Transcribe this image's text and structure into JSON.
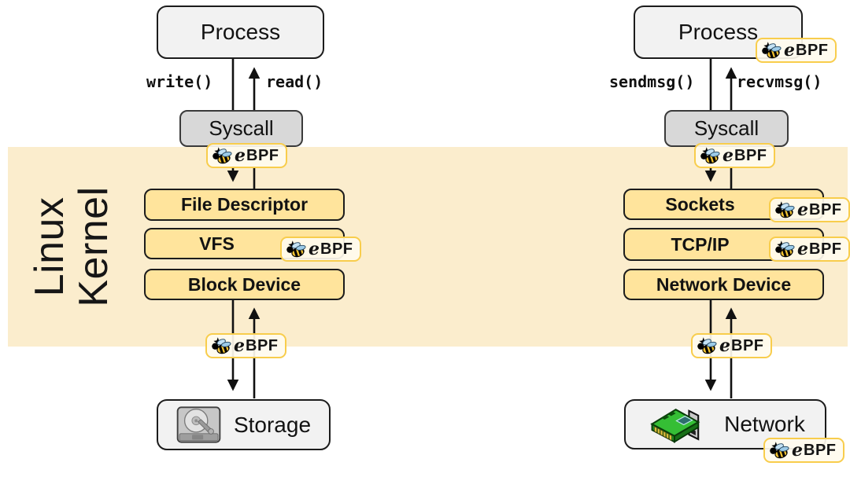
{
  "ebpf": {
    "e": "e",
    "bpf": "BPF"
  },
  "kernel": {
    "line1": "Linux",
    "line2": "Kernel"
  },
  "left": {
    "process": "Process",
    "down_call": "write()",
    "up_call": "read()",
    "syscall": "Syscall",
    "layers": [
      "File Descriptor",
      "VFS",
      "Block Device"
    ],
    "device": "Storage"
  },
  "right": {
    "process": "Process",
    "down_call": "sendmsg()",
    "up_call": "recvmsg()",
    "syscall": "Syscall",
    "layers": [
      "Sockets",
      "TCP/IP",
      "Network Device"
    ],
    "device": "Network"
  },
  "colors": {
    "kernel_band": "#FBEDCD",
    "layer_box_fill": "#FFE49C",
    "syscall_box_fill": "#D8D8D8",
    "endpoint_box_fill": "#F2F2F2",
    "badge_border": "#F8CD4C",
    "badge_fill": "#FFFBEE",
    "arrow": "#111111"
  },
  "icons": [
    "ebpf-bee-icon",
    "hard-disk-icon",
    "network-card-icon"
  ]
}
